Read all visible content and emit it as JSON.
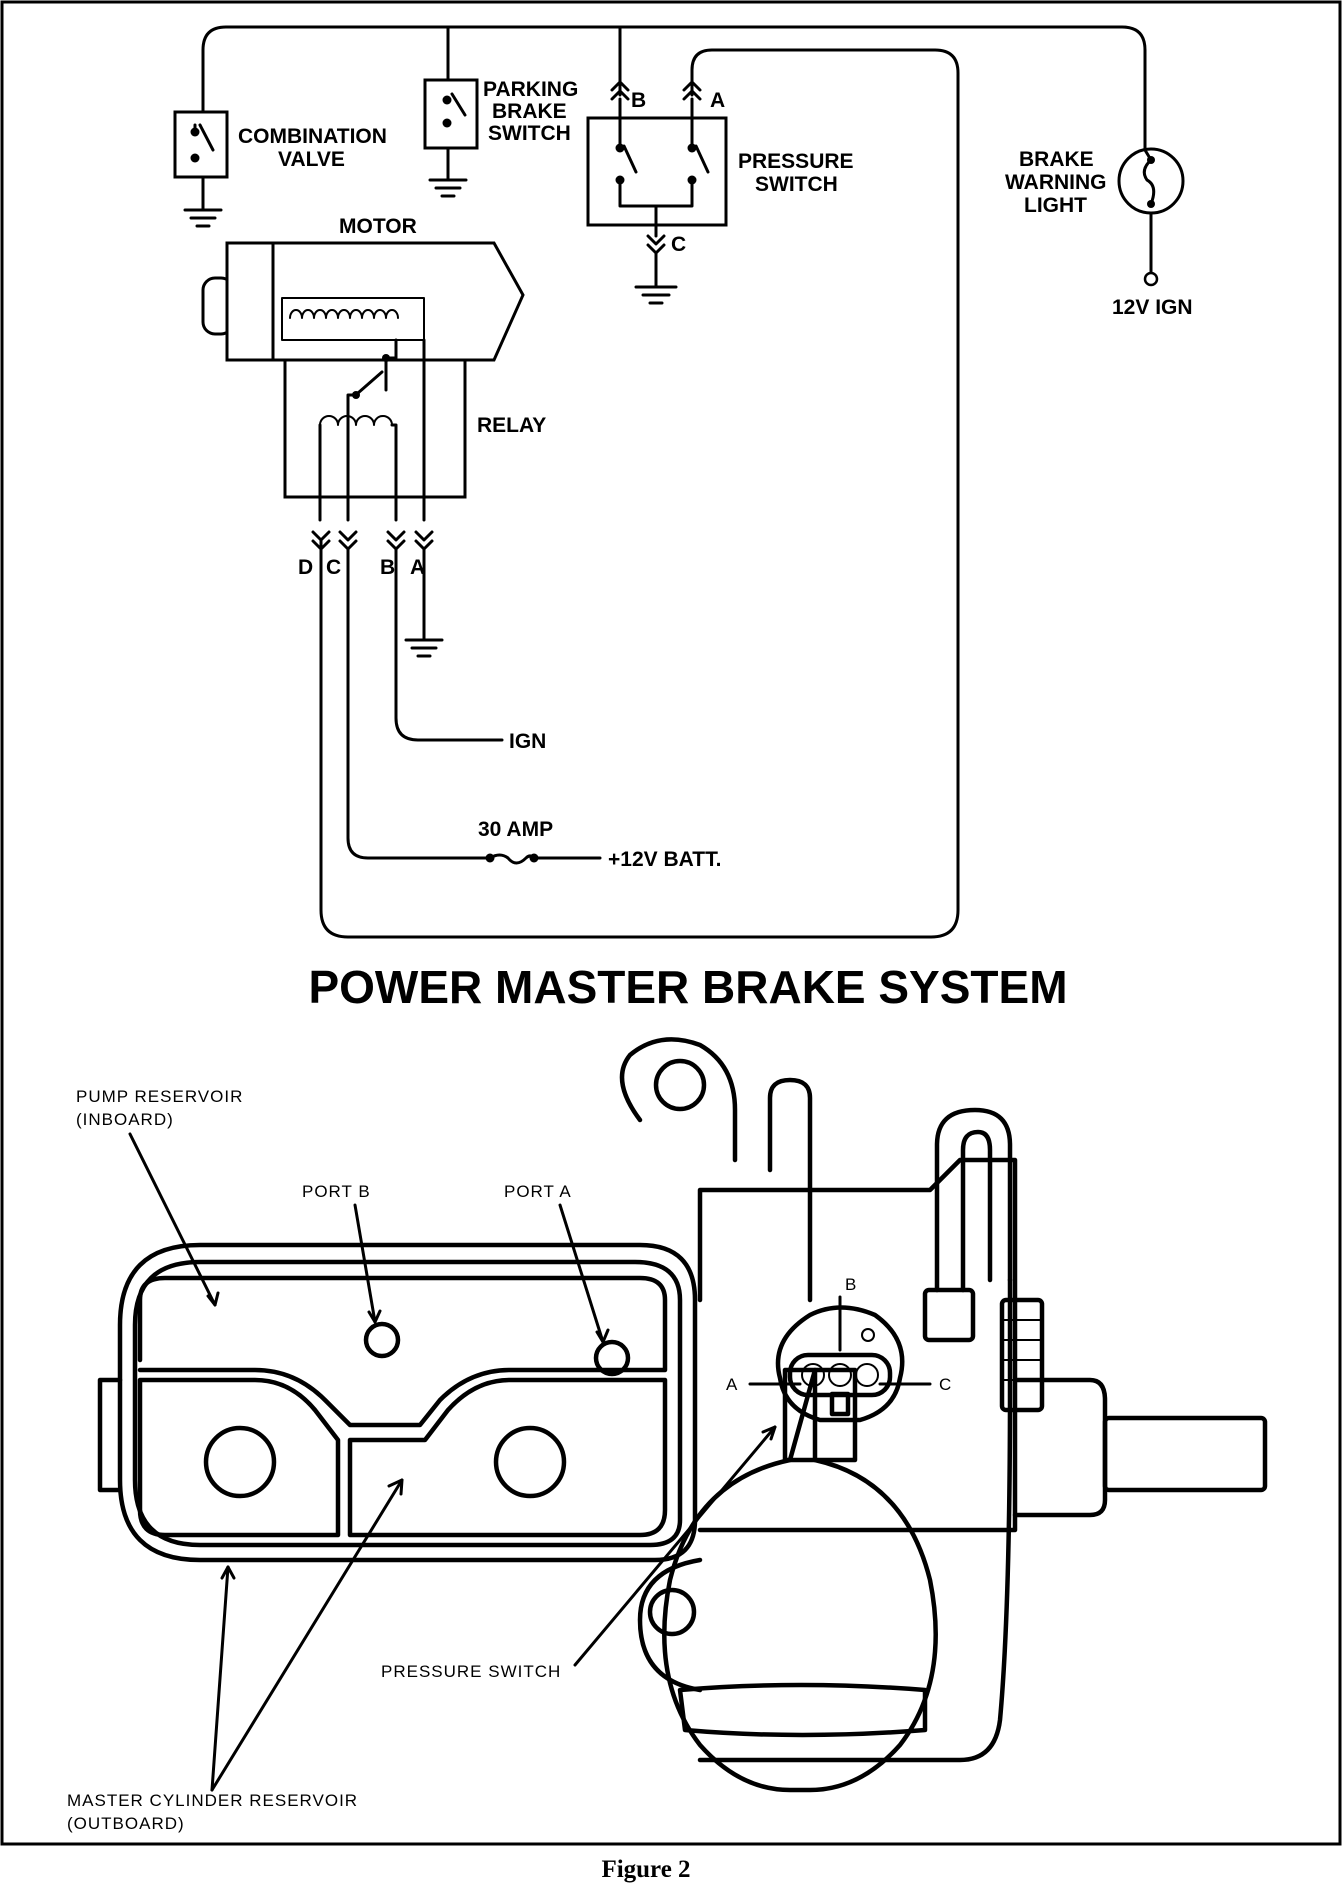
{
  "schematic": {
    "combination_valve": [
      "COMBINATION",
      "VALVE"
    ],
    "parking_brake_switch": [
      "PARKING",
      "BRAKE",
      "SWITCH"
    ],
    "pressure_switch": [
      "PRESSURE",
      "SWITCH"
    ],
    "brake_warning_light": [
      "BRAKE",
      "WARNING",
      "LIGHT"
    ],
    "ign_12v": "12V IGN",
    "motor": "MOTOR",
    "relay": "RELAY",
    "switch_terminals": {
      "b": "B",
      "a": "A",
      "c": "C"
    },
    "relay_terminals": {
      "d": "D",
      "c": "C",
      "b": "B",
      "a": "A"
    },
    "ign": "IGN",
    "fuse": "30 AMP",
    "battery": "+12V BATT."
  },
  "title": "POWER MASTER BRAKE SYSTEM",
  "illustration": {
    "pump_reservoir": [
      "PUMP RESERVOIR",
      "(INBOARD)"
    ],
    "port_b": "PORT B",
    "port_a": "PORT A",
    "connector_b": "B",
    "connector_a": "A",
    "connector_c": "C",
    "pressure_switch": "PRESSURE SWITCH",
    "master_cylinder_reservoir": [
      "MASTER CYLINDER RESERVOIR",
      "(OUTBOARD)"
    ]
  },
  "caption": "Figure 2"
}
